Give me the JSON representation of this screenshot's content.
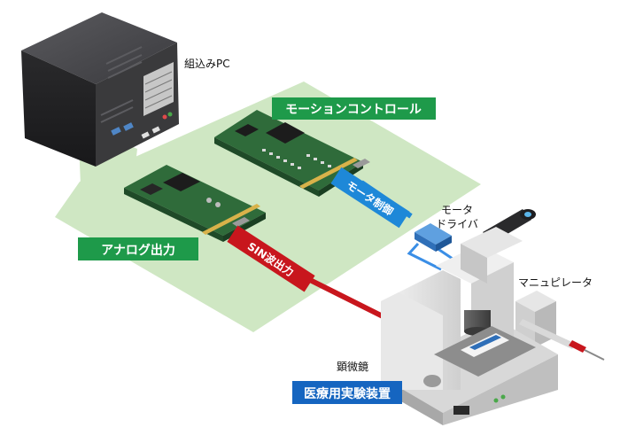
{
  "labels": {
    "embedded_pc": "組込みPC",
    "motion_control": "モーションコントロール",
    "analog_output": "アナログ出力",
    "sin_wave_output": "SIN波出力",
    "motor_control": "モータ制御",
    "motor_driver_line1": "モータ",
    "motor_driver_line2": "ドライバ",
    "manipulator": "マニュピレータ",
    "microscope": "顕微鏡",
    "medical_device": "医療用実験装置"
  },
  "colors": {
    "area_fill": "#cfe7c3",
    "green_label": "#1e9a4a",
    "blue_label": "#1565c0",
    "sin_cable": "#c8161d",
    "motor_cable": "#1e88d8",
    "driver_cable": "#3a8ee6",
    "pc_body": "#2e2e30",
    "board_green": "#2f6b3a"
  }
}
